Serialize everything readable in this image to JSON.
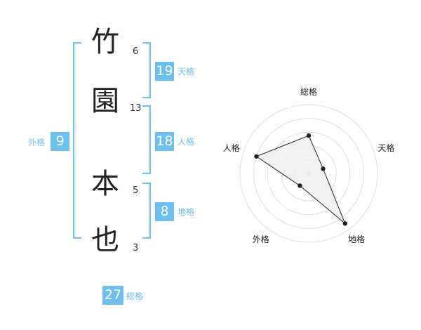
{
  "name": {
    "chars": [
      {
        "char": "竹",
        "strokes": "6"
      },
      {
        "char": "園",
        "strokes": "13"
      },
      {
        "char": "本",
        "strokes": "5"
      },
      {
        "char": "也",
        "strokes": "3"
      }
    ]
  },
  "fortune": {
    "tenkaku": {
      "value": "19",
      "label": "天格"
    },
    "jinkaku": {
      "value": "18",
      "label": "人格"
    },
    "chikaku": {
      "value": "8",
      "label": "地格"
    },
    "gaikaku": {
      "value": "9",
      "label": "外格"
    },
    "soukaku": {
      "value": "27",
      "label": "総格"
    }
  },
  "colors": {
    "accent": "#6cc0f0",
    "text": "#222222"
  },
  "radar": {
    "axes": [
      "総格",
      "天格",
      "地格",
      "外格",
      "人格"
    ],
    "values": [
      0.55,
      0.22,
      0.9,
      0.22,
      0.8
    ],
    "max": 1
  }
}
